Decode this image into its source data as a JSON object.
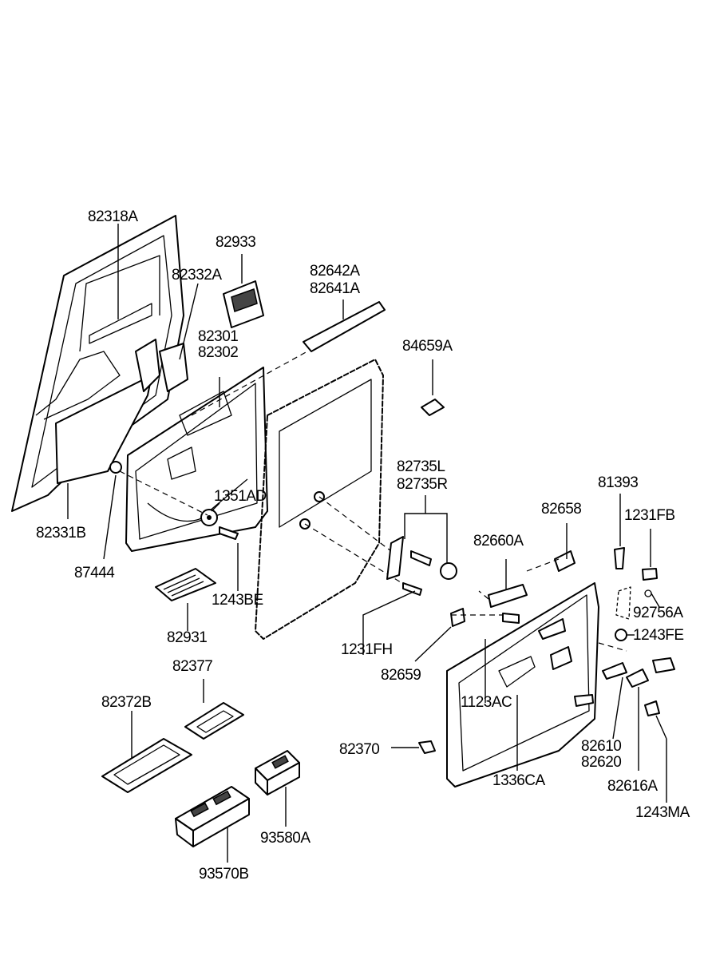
{
  "diagram": {
    "parts": [
      {
        "id": "p-82318A",
        "text": "82318A"
      },
      {
        "id": "p-82933",
        "text": "82933"
      },
      {
        "id": "p-82332A",
        "text": "82332A"
      },
      {
        "id": "p-82642A",
        "text": "82642A"
      },
      {
        "id": "p-82641A",
        "text": "82641A"
      },
      {
        "id": "p-82301",
        "text": "82301"
      },
      {
        "id": "p-82302",
        "text": "82302"
      },
      {
        "id": "p-84659A",
        "text": "84659A"
      },
      {
        "id": "p-82735L",
        "text": "82735L"
      },
      {
        "id": "p-82735R",
        "text": "82735R"
      },
      {
        "id": "p-81393",
        "text": "81393"
      },
      {
        "id": "p-82658",
        "text": "82658"
      },
      {
        "id": "p-1231FB",
        "text": "1231FB"
      },
      {
        "id": "p-1351AD",
        "text": "1351AD"
      },
      {
        "id": "p-82331B",
        "text": "82331B"
      },
      {
        "id": "p-82660A",
        "text": "82660A"
      },
      {
        "id": "p-87444",
        "text": "87444"
      },
      {
        "id": "p-1243BE",
        "text": "1243BE"
      },
      {
        "id": "p-92756A",
        "text": "92756A"
      },
      {
        "id": "p-82931",
        "text": "82931"
      },
      {
        "id": "p-1243FE",
        "text": "1243FE"
      },
      {
        "id": "p-1231FH",
        "text": "1231FH"
      },
      {
        "id": "p-82659",
        "text": "82659"
      },
      {
        "id": "p-82377",
        "text": "82377"
      },
      {
        "id": "p-1123AC",
        "text": "1123AC"
      },
      {
        "id": "p-82372B",
        "text": "82372B"
      },
      {
        "id": "p-82610",
        "text": "82610"
      },
      {
        "id": "p-82370",
        "text": "82370"
      },
      {
        "id": "p-82620",
        "text": "82620"
      },
      {
        "id": "p-1336CA",
        "text": "1336CA"
      },
      {
        "id": "p-82616A",
        "text": "82616A"
      },
      {
        "id": "p-1243MA",
        "text": "1243MA"
      },
      {
        "id": "p-93580A",
        "text": "93580A"
      },
      {
        "id": "p-93570B",
        "text": "93570B"
      }
    ]
  }
}
